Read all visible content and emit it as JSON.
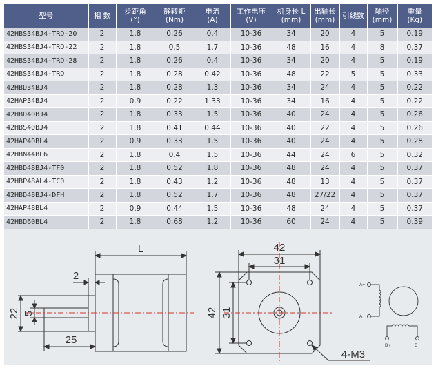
{
  "table": {
    "headers": [
      {
        "line1": "型号",
        "line2": ""
      },
      {
        "line1": "相 数",
        "line2": ""
      },
      {
        "line1": "步距角",
        "line2": "(°)"
      },
      {
        "line1": "静转矩",
        "line2": "(Nm)"
      },
      {
        "line1": "电流",
        "line2": "(A)"
      },
      {
        "line1": "工作电压",
        "line2": "(V)"
      },
      {
        "line1": "机身长 L",
        "line2": "(mm)"
      },
      {
        "line1": "出轴长",
        "line2": "(mm)"
      },
      {
        "line1": "引线数",
        "line2": ""
      },
      {
        "line1": "轴径",
        "line2": "(mm)"
      },
      {
        "line1": "重量",
        "line2": "(Kg)"
      }
    ],
    "rows": [
      [
        "42HBS34BJ4-TRO-20",
        "2",
        "1.8",
        "0.26",
        "0.4",
        "10-36",
        "34",
        "20",
        "4",
        "5",
        "0.19"
      ],
      [
        "42HBS34BJ4-TRO-22",
        "2",
        "1.8",
        "0.5",
        "1.7",
        "10-36",
        "48",
        "16",
        "4",
        "8",
        "0.37"
      ],
      [
        "42HBS34BJ4-TRO-28",
        "2",
        "1.8",
        "0.26",
        "0.4",
        "10-36",
        "34",
        "20",
        "4",
        "5",
        "0.19"
      ],
      [
        "42HBS34BJ4-TRO",
        "2",
        "1.8",
        "0.28",
        "0.42",
        "10-36",
        "48",
        "22",
        "5",
        "5",
        "0.33"
      ],
      [
        "42HBD34BJ4",
        "2",
        "1.8",
        "0.28",
        "1.3",
        "10-36",
        "34",
        "24",
        "4",
        "5",
        "0.22"
      ],
      [
        "42HAP34BJ4",
        "2",
        "0.9",
        "0.22",
        "1.33",
        "10-36",
        "34",
        "16",
        "4",
        "5",
        "0.22"
      ],
      [
        "42HBD40BJ4",
        "2",
        "1.8",
        "0.33",
        "1.5",
        "10-36",
        "40",
        "24",
        "4",
        "5",
        "0.26"
      ],
      [
        "42HBS40BJ4",
        "2",
        "1.8",
        "0.41",
        "0.44",
        "10-36",
        "40",
        "22",
        "4",
        "5",
        "0.26"
      ],
      [
        "42HAP40BL4",
        "2",
        "0.9",
        "0.33",
        "1.5",
        "10-36",
        "40",
        "24",
        "4",
        "5",
        "0.28"
      ],
      [
        "42HBN44BL6",
        "2",
        "1.8",
        "0.4",
        "1.5",
        "10-36",
        "44",
        "24",
        "6",
        "5",
        "0.32"
      ],
      [
        "42HBD48BJ4-TF0",
        "2",
        "1.8",
        "0.52",
        "1.8",
        "10-36",
        "48",
        "24",
        "4",
        "5",
        "0.37"
      ],
      [
        "42HBP48AL4-TC0",
        "2",
        "1.8",
        "0.43",
        "1.2",
        "10-36",
        "48",
        "13",
        "4",
        "5",
        "0.37"
      ],
      [
        "42HBD48BJ4-DFH",
        "2",
        "1.8",
        "0.52",
        "1.7",
        "10-36",
        "48",
        "27/22",
        "4",
        "5",
        "0.37"
      ],
      [
        "42HAP48BL4",
        "2",
        "0.9",
        "0.44",
        "1.5",
        "10-36",
        "48",
        "24",
        "4",
        "5",
        "0.37"
      ],
      [
        "42HBD60BL4",
        "2",
        "1.8",
        "0.68",
        "1.2",
        "10-36",
        "60",
        "24",
        "4",
        "5",
        "0.39"
      ]
    ]
  },
  "drawing": {
    "side_view": {
      "length_label": "L",
      "flange_label": "2",
      "shaft_dia_label": "5",
      "boss_dia_label": "22",
      "shaft_len_label": "25"
    },
    "front_view": {
      "width_label": "42",
      "hole_spacing_h_label": "31",
      "height_label": "42",
      "hole_spacing_v_label": "31",
      "holes_label": "4-M3"
    },
    "wiring": {
      "a_plus": "A+",
      "a_minus": "A−",
      "b_plus": "B+",
      "b_minus": "B−"
    }
  },
  "colors": {
    "header_bg": "#4f5f8a",
    "row_odd": "#d3d7dd",
    "row_even": "#eceef1",
    "panel_bg": "#e8ebee",
    "centerline": "#d9342b"
  }
}
